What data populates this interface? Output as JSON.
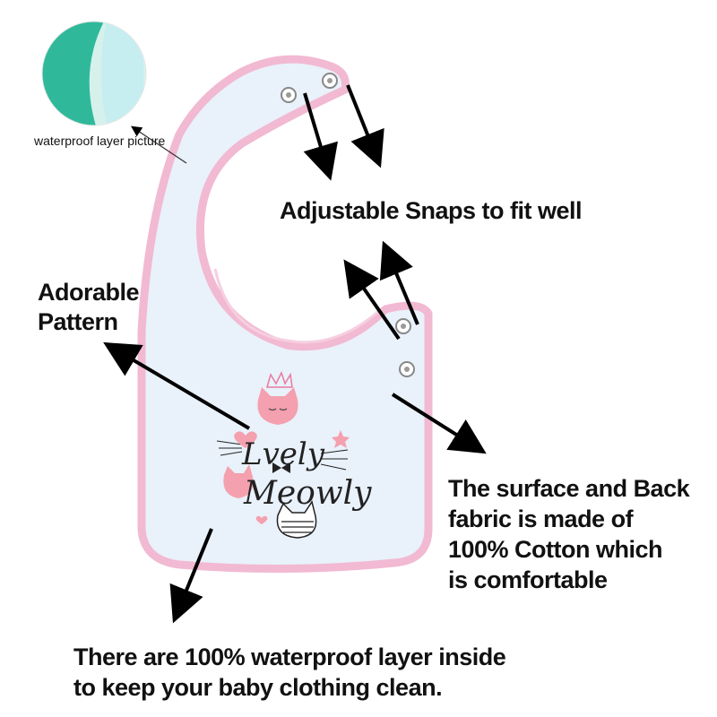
{
  "labels": {
    "snaps": "Adjustable Snaps to fit well",
    "pattern": [
      "Adorable",
      "Pattern"
    ],
    "surface": [
      "The surface and Back",
      "fabric is made of",
      "100% Cotton which",
      "is comfortable"
    ],
    "waterproof": [
      "There are 100% waterproof layer inside",
      "to keep your baby clothing  clean."
    ],
    "inset_caption": "waterproof layer picture"
  },
  "bib_print": {
    "line1": "Lvely",
    "line2": "Meowly"
  },
  "colors": {
    "background": "#ffffff",
    "bib_fabric": "#e9f1fa",
    "piping": "#f2b9d2",
    "teal_layer": "#2fb99a",
    "cat_pink": "#f4a0ae",
    "arrow": "#000000"
  }
}
